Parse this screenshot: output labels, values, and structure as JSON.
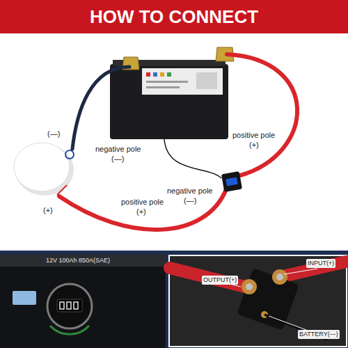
{
  "diagram": {
    "title": "HOW TO CONNECT",
    "labels": [
      "negative pole",
      "(—)",
      "positive pole",
      "(+)",
      "(—)",
      "(+)",
      "negative pole",
      "(—)",
      "positive pole",
      "(+)",
      "12V 100Ah 850A(SAE)",
      "INPUT(+)",
      "OUTPUT(+)",
      "BATTERY(—)"
    ]
  }
}
